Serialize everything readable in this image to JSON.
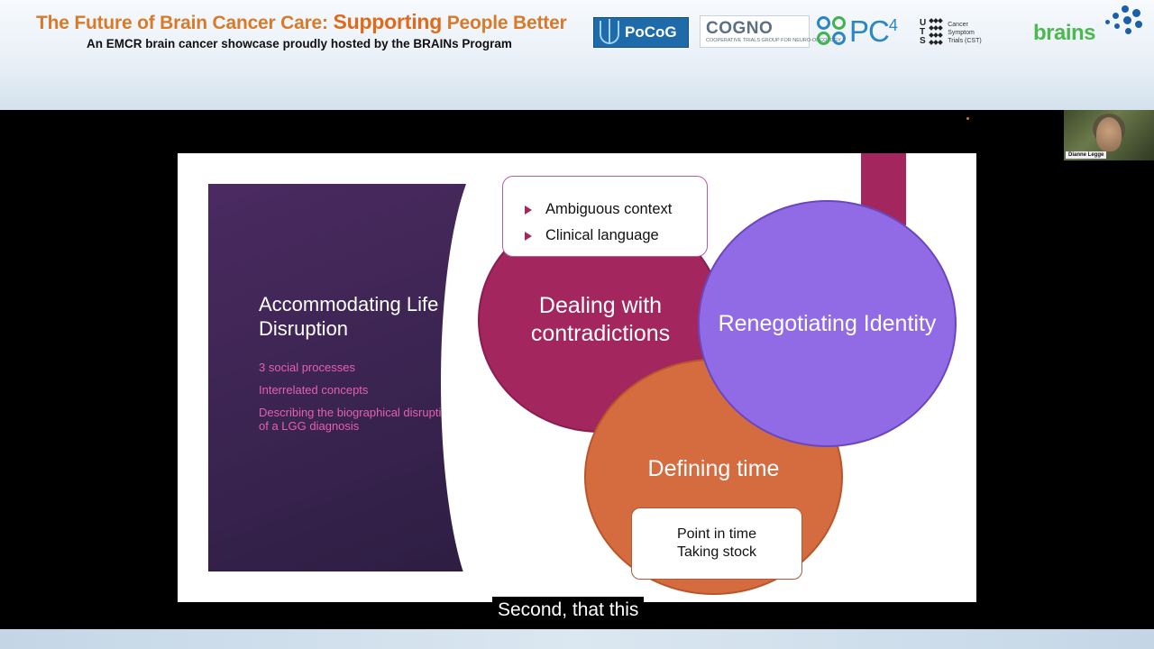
{
  "banner": {
    "title_part1": "The Future of Brain Cancer Care: ",
    "title_strong": "Supporting",
    "title_part2": " People Better",
    "subtitle": "An EMCR brain cancer showcase proudly hosted by the BRAINs Program"
  },
  "logos": {
    "pocog": "PoCoG",
    "cogno_name": "COGNO",
    "cogno_tagline": "COOPERATIVE TRIALS GROUP FOR NEURO-ONCOLOGY",
    "pc4": "PC",
    "pc4_sup": "4",
    "uts_letters": [
      "U",
      "T",
      "S"
    ],
    "cst_lines": [
      "Cancer",
      "Symptom",
      "Trials (CST)"
    ],
    "brains": "brains"
  },
  "slide": {
    "left_panel": {
      "title": "Accommodating Life Disruption",
      "items": [
        "3 social processes",
        "Interrelated concepts",
        "Describing the biographical disruption of a LGG diagnosis"
      ]
    },
    "ambiguity_box": {
      "bullets": [
        "Ambiguous context",
        "Clinical language"
      ]
    },
    "circles": {
      "contradictions": "Dealing with contradictions",
      "identity": "Renegotiating Identity",
      "time": "Defining time"
    },
    "time_box": {
      "lines": [
        "Point in time",
        "Taking stock"
      ]
    },
    "colors": {
      "magenta": "#a3265e",
      "orange": "#d46c40",
      "violet": "#916be6",
      "panel": "#3a2450",
      "panel_text": "#e45fb0"
    }
  },
  "webcam": {
    "name": "Dianne Legge"
  },
  "caption": {
    "text": "Second, that this"
  }
}
